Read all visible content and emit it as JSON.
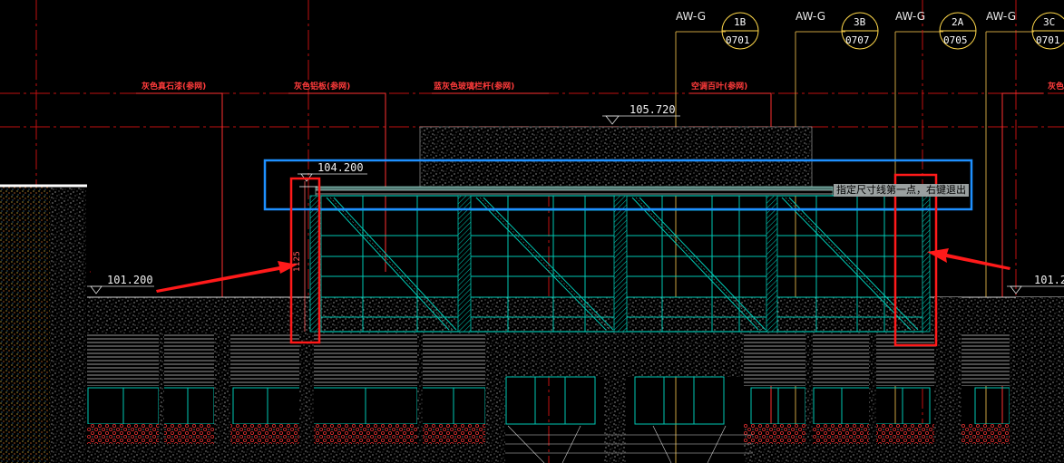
{
  "colors": {
    "background": "#000000",
    "gridline": "#c01010",
    "leader": "#ff4040",
    "curtain_wall": "#00c8b4",
    "concrete": "#cfcfcf",
    "gold_line": "#c8a040",
    "highlight_box": "#1e90ff",
    "callout": "#ff1a1a"
  },
  "annotations": {
    "label_1": "灰色真石漆(参网)",
    "label_2": "灰色铝板(参网)",
    "label_3": "蓝灰色玻璃栏杆(参网)",
    "label_4": "空调百叶(参网)",
    "label_5": "灰色"
  },
  "elevations": {
    "top": "105.720",
    "canopy": "104.200",
    "left": "101.200",
    "right": "101.2"
  },
  "wall_tags": [
    {
      "type": "AW-G",
      "id": "1B",
      "ref": "0701"
    },
    {
      "type": "AW-G",
      "id": "3B",
      "ref": "0707"
    },
    {
      "type": "AW-G",
      "id": "2A",
      "ref": "0705"
    },
    {
      "type": "AW-G",
      "id": "3C",
      "ref": "0701"
    }
  ],
  "vertical_dim": "1125",
  "command_prompt": "指定尺寸线第一点，右键退出",
  "icons": {
    "elevation_marker": "triangle-elevation-icon",
    "callout_arrow": "red-arrow-icon"
  }
}
